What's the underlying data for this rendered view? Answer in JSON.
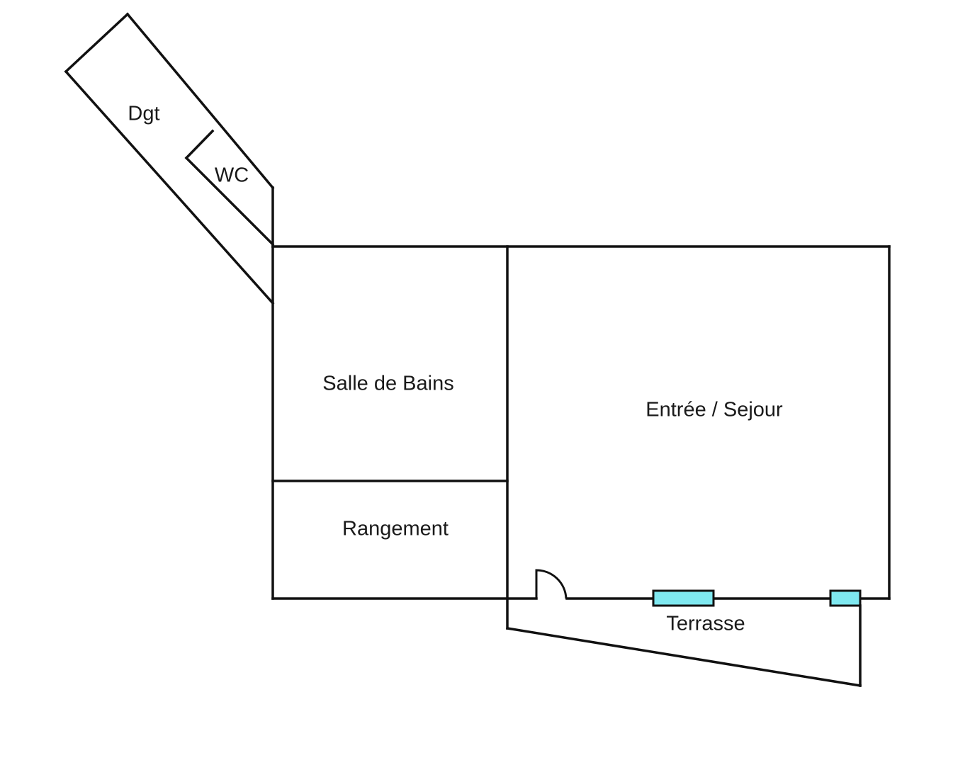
{
  "rooms": {
    "dgt": "Dgt",
    "wc": "WC",
    "salle_de_bains": "Salle de Bains",
    "rangement": "Rangement",
    "entree_sejour": "Entrée / Sejour",
    "terrasse": "Terrasse"
  },
  "colors": {
    "walls": "#111111",
    "window_fill": "#7fe8f0",
    "background": "#ffffff"
  }
}
